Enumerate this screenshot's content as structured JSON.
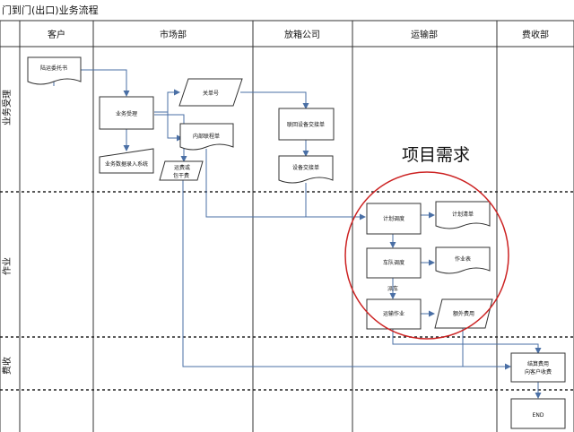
{
  "title": "门到门(出口)业务流程",
  "columns": [
    "客户",
    "市场部",
    "放箱公司",
    "运输部",
    "费收部"
  ],
  "rows": [
    "业务受理",
    "作业",
    "费收"
  ],
  "nodes": {
    "customer_doc": "陆运委托书",
    "business_accept": "业务受理",
    "customs_no": "关单号",
    "internal_contact": "内部联程单",
    "data_entry": "业务数据录入系统",
    "fee_pack": "运费或包干费",
    "container_form": "联回设备交接单",
    "equip_form": "设备交接单",
    "plan_dispatch": "计划调度",
    "plan_list": "计划清单",
    "fleet_dispatch": "车队调度",
    "work_table": "作业表",
    "transport_work": "运输作业",
    "extra_fee": "额外费用",
    "settle_line1": "结算费用",
    "settle_line2": "向客户收费",
    "end": "END"
  },
  "edge_labels": {
    "dispatch": "派车"
  },
  "annotation": "项目需求",
  "colors": {
    "line": "#4a6fa5",
    "grid": "#333333",
    "ellipse": "#cc2222",
    "fill": "#ffffff"
  }
}
